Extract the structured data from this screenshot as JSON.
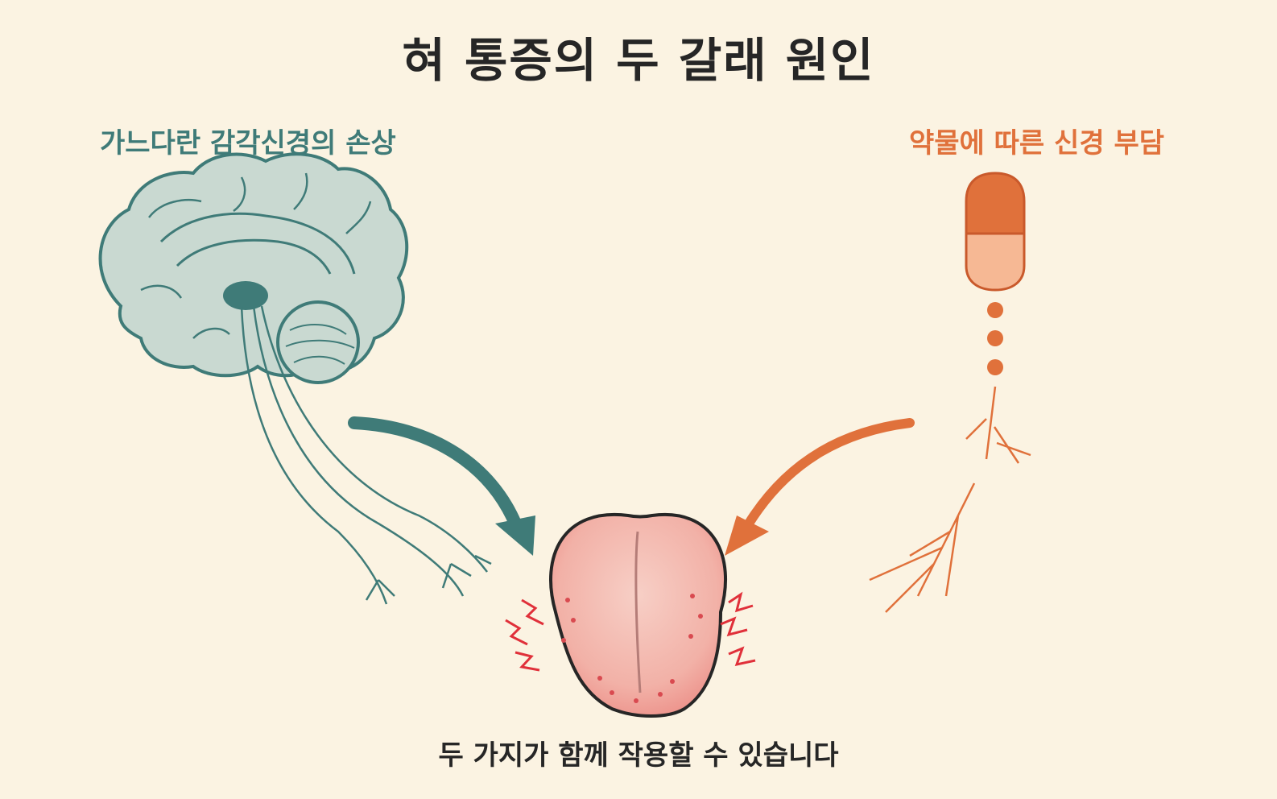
{
  "title": "혀 통증의 두 갈래 원인",
  "left_label": "가느다란 감각신경의 손상",
  "right_label": "약물에 따른 신경 부담",
  "caption": "두 가지가 함께 작용할 수 있습니다",
  "colors": {
    "nerve_teal": "#3f7b78",
    "drug_orange": "#e0713b",
    "tongue_pink": "#f3b2a8",
    "pain_red": "#e0303a",
    "background": "#fbf3e2"
  }
}
